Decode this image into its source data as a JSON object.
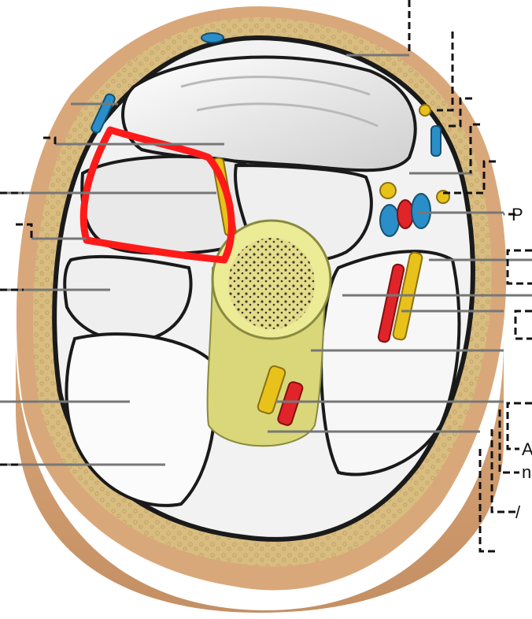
{
  "diagram": {
    "visible_labels": [
      {
        "text": "P",
        "side": "right"
      },
      {
        "text": "A",
        "side": "right"
      },
      {
        "text": "n",
        "side": "right"
      },
      {
        "text": "/",
        "side": "right"
      }
    ]
  },
  "colors": {
    "skin": "#d9a87a",
    "skin_dark": "#c48f63",
    "fat": "#d9bd80",
    "fascia": "#1a1a1a",
    "muscle": "#f2f2f2",
    "muscle_shade": "#b9b9b9",
    "bone": "#eceb96",
    "marrow": "#3a3a2a",
    "artery": "#e0242a",
    "vein": "#2a8ec8",
    "nerve": "#e8c21a",
    "highlight": "#ff1a1a",
    "leader": "#777777"
  }
}
